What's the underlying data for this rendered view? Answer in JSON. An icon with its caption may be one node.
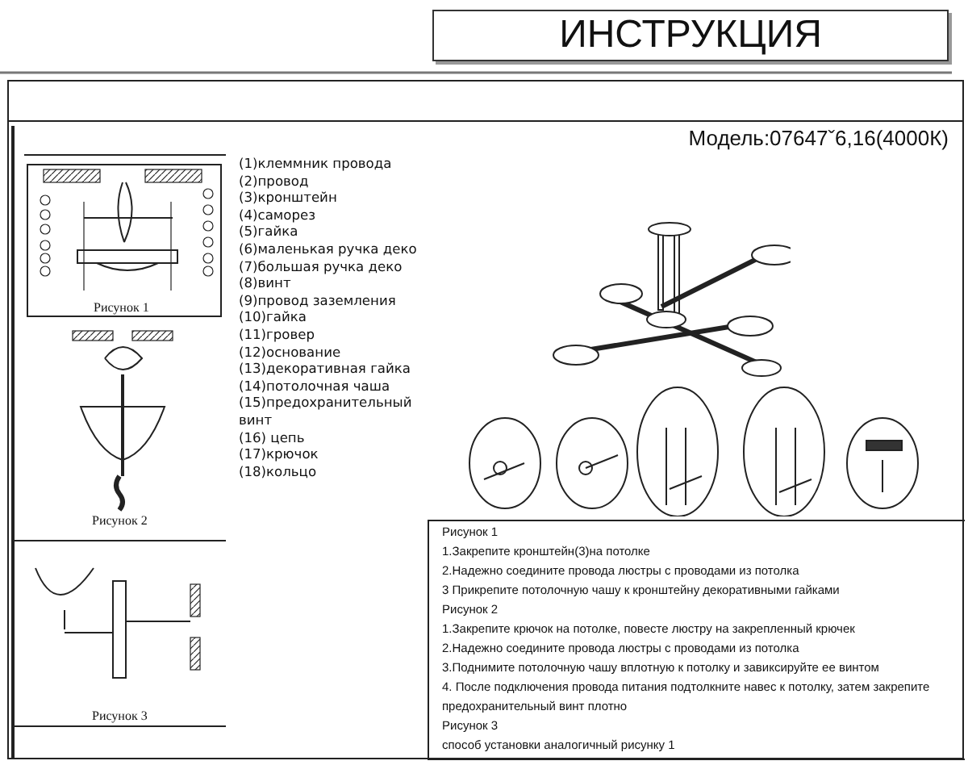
{
  "diagram": {
    "title": "ИНСТРУКЦИЯ",
    "labels": [
      "Рисунок 1",
      "Рисунок 2",
      "Рисунок 3",
      "(1)клеммник провода",
      "(2)провод",
      "(3)кронштейн",
      "(4)саморез",
      "(5)гайка",
      "(6)маленькая ручка деко",
      "(7)большая ручка деко",
      "(8)винт",
      "(9)провод заземления",
      "(10)гайка",
      "(11)гровер",
      "(12)основание",
      "(13)декоративная гайка",
      "(14)потолочная чаша",
      "(15)предохранительный винт",
      "(16) цепь",
      "(17)крючок",
      "(18)кольцо",
      "Модель:07647ˇ6,16(4000К)",
      "Рисунок 1",
      "1.Закрепите кронштейн(3)на потолке",
      "2.Надежно соедините провода люстры с проводами из потолка",
      "3 Прикрепите потолочную чашу к кронштейну декоративными гайками",
      "Рисунок 2",
      "1.Закрепите крючок на потолке, повесте люстру на закрепленный крючек",
      "2.Надежно соедините провода люстры с проводами из потолка",
      "3.Поднимите потолочную чашу вплотную к потолку и завиксируйте ее винтом",
      "4. После подключения провода питания подтолкните навес к потолку, затем закрепите предохранительный винт плотно",
      "Рисунок 3",
      "способ установки аналогичный рисунку 1"
    ]
  }
}
